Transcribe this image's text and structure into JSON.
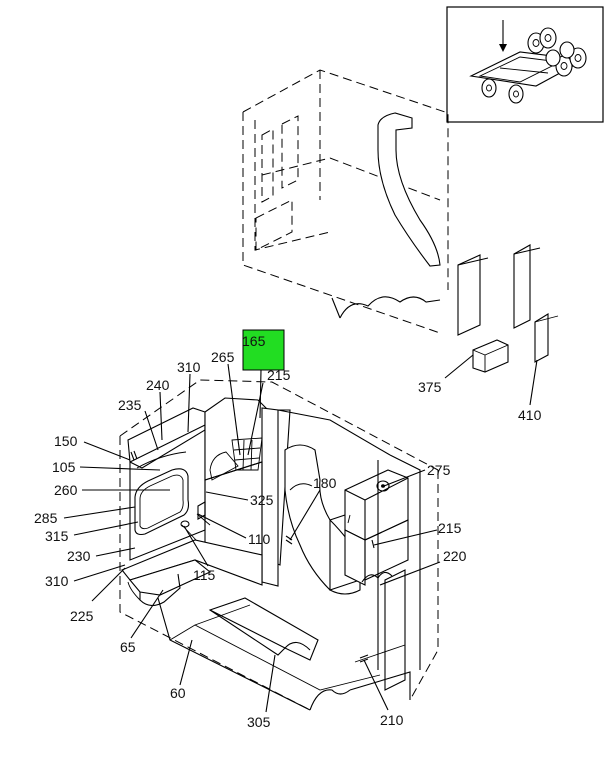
{
  "highlight_color": "#22dd22",
  "callouts": [
    {
      "id": "165",
      "text": "165",
      "highlighted": true
    },
    {
      "id": "265",
      "text": "265"
    },
    {
      "id": "215a",
      "text": "215"
    },
    {
      "id": "310a",
      "text": "310"
    },
    {
      "id": "240",
      "text": "240"
    },
    {
      "id": "235",
      "text": "235"
    },
    {
      "id": "150",
      "text": "150"
    },
    {
      "id": "105",
      "text": "105"
    },
    {
      "id": "260",
      "text": "260"
    },
    {
      "id": "285",
      "text": "285"
    },
    {
      "id": "315",
      "text": "315"
    },
    {
      "id": "230",
      "text": "230"
    },
    {
      "id": "310b",
      "text": "310"
    },
    {
      "id": "225",
      "text": "225"
    },
    {
      "id": "65",
      "text": "65"
    },
    {
      "id": "60",
      "text": "60"
    },
    {
      "id": "305",
      "text": "305"
    },
    {
      "id": "210",
      "text": "210"
    },
    {
      "id": "220",
      "text": "220"
    },
    {
      "id": "215b",
      "text": "215"
    },
    {
      "id": "275",
      "text": "275"
    },
    {
      "id": "180",
      "text": "180"
    },
    {
      "id": "325",
      "text": "325"
    },
    {
      "id": "110",
      "text": "110"
    },
    {
      "id": "115",
      "text": "115"
    },
    {
      "id": "375",
      "text": "375"
    },
    {
      "id": "410",
      "text": "410"
    }
  ]
}
